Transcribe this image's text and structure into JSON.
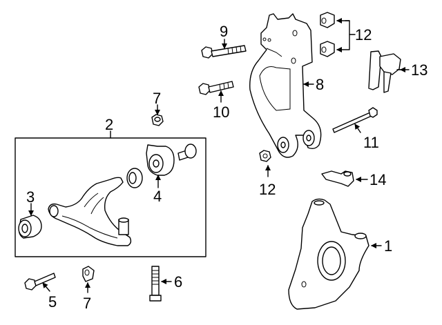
{
  "diagram": {
    "title": "Front Suspension Components",
    "callouts": [
      {
        "id": "c1",
        "label": "1",
        "part": "steering-knuckle"
      },
      {
        "id": "c2",
        "label": "2",
        "part": "lower-control-arm-assembly"
      },
      {
        "id": "c3",
        "label": "3",
        "part": "front-bushing"
      },
      {
        "id": "c4",
        "label": "4",
        "part": "rear-bushing"
      },
      {
        "id": "c5",
        "label": "5",
        "part": "bolt"
      },
      {
        "id": "c6",
        "label": "6",
        "part": "bolt"
      },
      {
        "id": "c7a",
        "label": "7",
        "part": "nut"
      },
      {
        "id": "c7b",
        "label": "7",
        "part": "nut"
      },
      {
        "id": "c8",
        "label": "8",
        "part": "upper-control-arm"
      },
      {
        "id": "c9",
        "label": "9",
        "part": "bolt"
      },
      {
        "id": "c10",
        "label": "10",
        "part": "bolt"
      },
      {
        "id": "c11",
        "label": "11",
        "part": "bolt"
      },
      {
        "id": "c12a",
        "label": "12",
        "part": "nut"
      },
      {
        "id": "c12b",
        "label": "12",
        "part": "nut"
      },
      {
        "id": "c13",
        "label": "13",
        "part": "ball-joint"
      },
      {
        "id": "c14",
        "label": "14",
        "part": "bracket"
      }
    ],
    "colors": {
      "line": "#000000",
      "background": "#ffffff"
    }
  }
}
